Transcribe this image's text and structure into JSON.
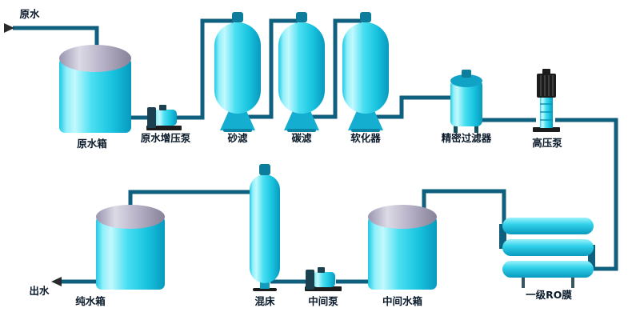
{
  "labels": {
    "inlet": "原水",
    "raw_tank": "原水箱",
    "booster_pump": "原水增压泵",
    "sand_filter": "砂滤",
    "carbon_filter": "碳滤",
    "softener": "软化器",
    "precision_filter": "精密过滤器",
    "high_pressure_pump": "高压泵",
    "ro_membrane": "一级RO膜",
    "intermediate_tank": "中间水箱",
    "intermediate_pump": "中间泵",
    "mixed_bed": "混床",
    "pure_tank": "纯水箱",
    "outlet": "出水"
  },
  "colors": {
    "pipe": "#0f5f7e",
    "vessel_cyan": "#2bd3ea",
    "vessel_highlight": "#c2f8fd",
    "vessel_shadow": "#0899bd",
    "tank_dome_gray": "#b7b2c7",
    "cap_teal": "#0d7d9c",
    "pump_dark": "#1c1c1c",
    "label_text": "#0a1a2a",
    "background": "#ffffff"
  }
}
